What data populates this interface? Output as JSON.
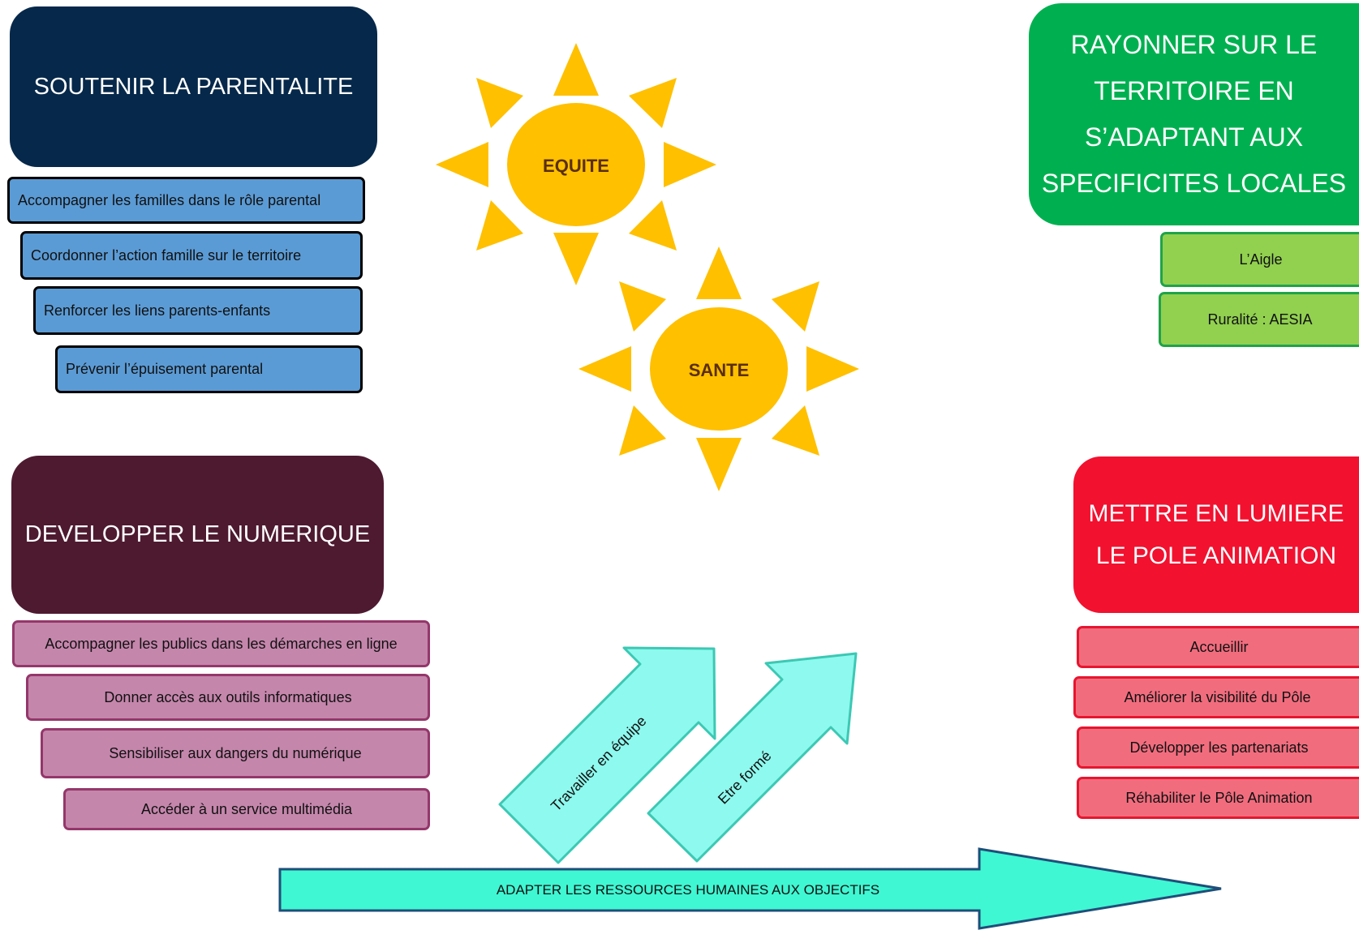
{
  "colors": {
    "navy": "#06284a",
    "green": "#00b050",
    "plum": "#4e1a30",
    "red": "#f2112f",
    "blue_item": "#5b9bd5",
    "pink_item": "#c586ac",
    "light_green_item": "#92d050",
    "pink_red_item": "#f16d7e",
    "sun": "#ffc000",
    "turquoise": "#3ff7d3",
    "light_turquoise": "#8ef9ee"
  },
  "parentalite": {
    "title": "SOUTENIR LA PARENTALITE",
    "items": [
      "Accompagner les familles dans le rôle parental",
      "Coordonner l’action famille sur le territoire",
      "Renforcer les liens parents-enfants",
      "Prévenir l’épuisement parental"
    ]
  },
  "territoire": {
    "title": "RAYONNER SUR LE\nTERRITOIRE EN\nS’ADAPTANT AUX\nSPECIFICITES LOCALES",
    "items": [
      "L’Aigle",
      "Ruralité : AESIA"
    ]
  },
  "numerique": {
    "title": "DEVELOPPER LE NUMERIQUE",
    "items": [
      "Accompagner les publics dans les démarches en ligne",
      "Donner accès aux outils informatiques",
      "Sensibiliser aux dangers du numérique",
      "Accéder à un service multimédia"
    ]
  },
  "animation": {
    "title": "METTRE EN LUMIERE\nLE POLE ANIMATION",
    "items": [
      "Accueillir",
      "Améliorer la visibilité du Pôle",
      "Développer les partenariats",
      "Réhabiliter le Pôle Animation"
    ]
  },
  "values": {
    "sun1": "EQUITE",
    "sun2": "SANTE"
  },
  "arrows": {
    "main": "ADAPTER LES RESSOURCES HUMAINES AUX OBJECTIFS",
    "up1": "Travailler en équipe",
    "up2": "Etre formé"
  }
}
